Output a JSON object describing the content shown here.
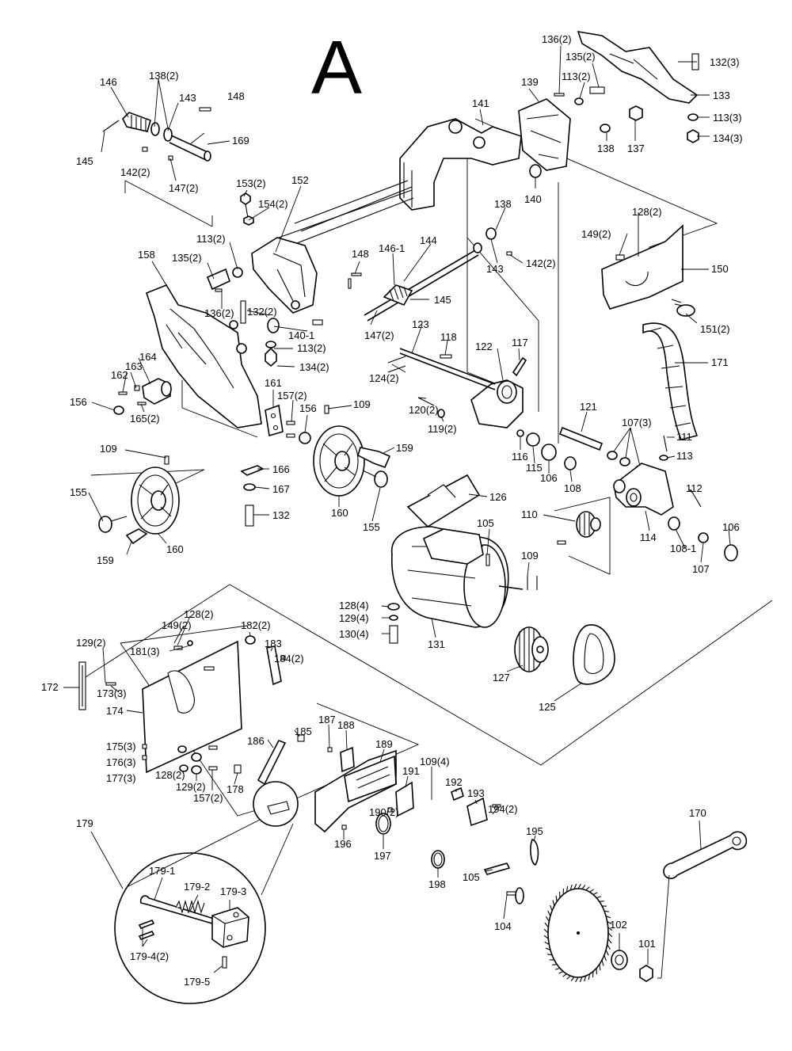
{
  "diagram_letter": "A",
  "labels": [
    "146",
    "138(2)",
    "143",
    "148",
    "145",
    "142(2)",
    "147(2)",
    "169",
    "136(2)",
    "135(2)",
    "113(2)",
    "132(3)",
    "139",
    "133",
    "141",
    "113(3)",
    "138",
    "137",
    "134(3)",
    "152",
    "153(2)",
    "154(2)",
    "113(2)",
    "158",
    "135(2)",
    "136(2)",
    "132(2)",
    "140-1",
    "148",
    "146-1",
    "144",
    "145",
    "140",
    "138",
    "143",
    "142(2)",
    "149(2)",
    "128(2)",
    "150",
    "151(2)",
    "171",
    "113(2)",
    "134(2)",
    "147(2)",
    "123",
    "118",
    "122",
    "117",
    "124(2)",
    "164",
    "162",
    "163",
    "165(2)",
    "156",
    "161",
    "157(2)",
    "156",
    "109",
    "120(2)",
    "119(2)",
    "121",
    "107(3)",
    "111",
    "113",
    "116",
    "115",
    "106",
    "108",
    "112",
    "114",
    "108-1",
    "107",
    "106",
    "109",
    "155",
    "166",
    "167",
    "132",
    "160",
    "159",
    "155",
    "160",
    "159",
    "126",
    "105",
    "110",
    "109",
    "128(4)",
    "129(4)",
    "130(4)",
    "131",
    "127",
    "125",
    "128(2)",
    "149(2)",
    "182(2)",
    "129(2)",
    "181(3)",
    "183",
    "184(2)",
    "172",
    "173(3)",
    "174",
    "175(3)",
    "176(3)",
    "177(3)",
    "185",
    "187",
    "188",
    "186",
    "189",
    "109(4)",
    "128(2)",
    "129(2)",
    "157(2)",
    "178",
    "191",
    "192",
    "193",
    "194(2)",
    "190(2)",
    "196",
    "197",
    "195",
    "198",
    "105",
    "104",
    "170",
    "102",
    "101",
    "179",
    "179-1",
    "179-2",
    "179-3",
    "179-4(2)",
    "179-5"
  ]
}
